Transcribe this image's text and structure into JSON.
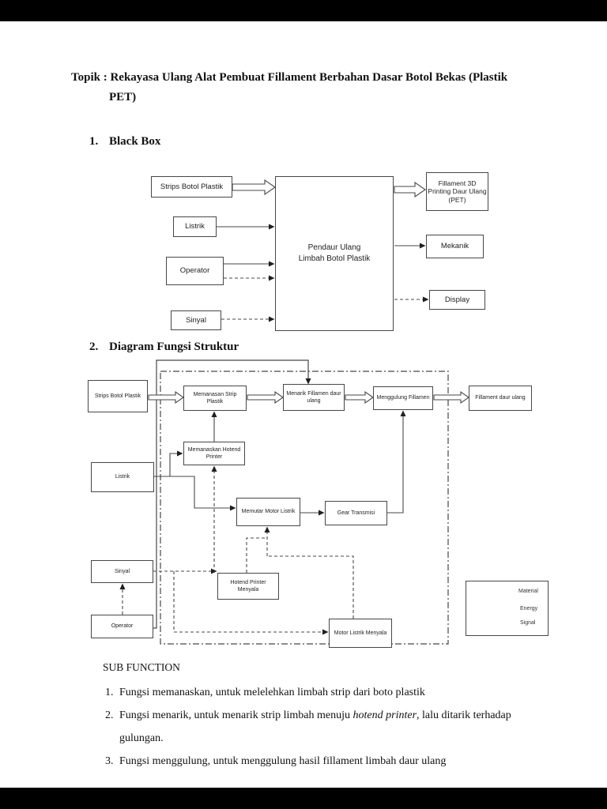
{
  "page": {
    "title_line1": "Topik : Rekayasa Ulang Alat Pembuat Fillament Berbahan Dasar Botol Bekas (Plastik",
    "title_line2": "PET)"
  },
  "sections": {
    "s1_num": "1.",
    "s1_label": "Black Box",
    "s2_num": "2.",
    "s2_label": "Diagram Fungsi Struktur"
  },
  "black_box": {
    "input_strips": "Strips Botol Plastik",
    "input_listrik": "Listrik",
    "input_operator": "Operator",
    "input_sinyal": "Sinyal",
    "center": "Pendaur Ulang Limbah Botol Plastik",
    "output_fillament": "Fillament 3D Printing Daur Ulang (PET)",
    "output_mekanik": "Mekanik",
    "output_display": "Display"
  },
  "fungsi": {
    "strips": "Strips Botol Plastik",
    "memanasan": "Memanasan Strip Plastik",
    "menarik": "Menarik Fillamen daur ulang",
    "menggulung": "Menggulung Fillamen",
    "fillament": "Fillament daur ulang",
    "memanaskan_hotend": "Memanaskan Hotend Printer",
    "listrik": "Listrik",
    "memutar": "Memutar Motor Listrik",
    "gear": "Gear Transmisi",
    "sinyal": "Sinyal",
    "hotend_menyala": "Hotend Printer Menyala",
    "operator": "Operator",
    "motor_menyala": "Motor Listrik Menyala"
  },
  "legend": {
    "material": "Material",
    "energy": "Energy",
    "signal": "Signal"
  },
  "sub_function": {
    "heading": "SUB FUNCTION",
    "items": [
      {
        "num": "1.",
        "text": "Fungsi memanaskan, untuk melelehkan limbah strip dari boto plastik"
      },
      {
        "num": "2.",
        "pre": "Fungsi menarik, untuk menarik strip limbah menuju ",
        "italic": "hotend printer",
        "post": ", lalu ditarik terhadap gulungan."
      },
      {
        "num": "3.",
        "text": "Fungsi menggulung, untuk menggulung hasil fillament limbah daur ulang"
      }
    ]
  },
  "colors": {
    "line": "#474747",
    "text": "#1a1a1a",
    "page_bg": "#ffffff",
    "letterbox": "#000000"
  }
}
